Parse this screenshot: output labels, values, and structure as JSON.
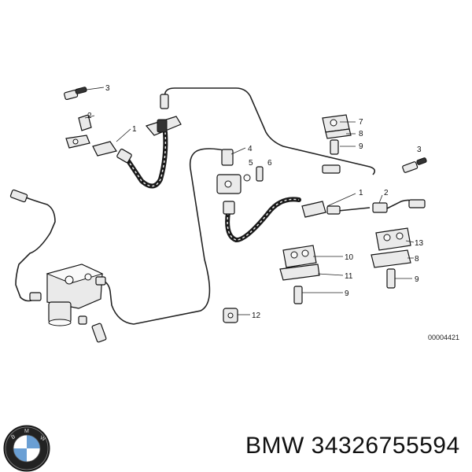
{
  "diagram": {
    "callouts": {
      "c3_top": "3",
      "c2_left": "2",
      "c1_left": "1",
      "c4": "4",
      "c5": "5",
      "c6": "6",
      "c7": "7",
      "c8_top": "8",
      "c9_top": "9",
      "c3_right": "3",
      "c1_right": "1",
      "c2_right": "2",
      "c13": "13",
      "c8_right": "8",
      "c9_right": "9",
      "c10": "10",
      "c11": "11",
      "c9_mid": "9",
      "c12": "12"
    },
    "doc_number": "00004421"
  },
  "footer": {
    "logo_icon": "bmw-roundel-icon",
    "brand_text": "BMW 34326755594"
  }
}
